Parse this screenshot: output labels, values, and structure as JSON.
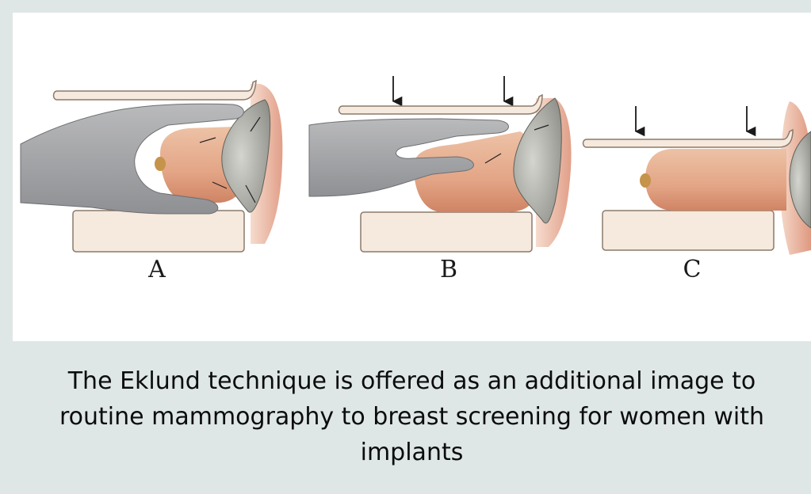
{
  "figure": {
    "panels": [
      {
        "label": "A"
      },
      {
        "label": "B"
      },
      {
        "label": "C"
      }
    ]
  },
  "caption": {
    "text": "The Eklund technique is offered as an additional image to routine mammography to breast screening for women with implants"
  },
  "colors": {
    "background": "#dfe6e6",
    "card": "#ffffff",
    "paddle": "#f6e9dd",
    "paddle_stroke": "#8c7a6b",
    "breast": "#e8b597",
    "breast_shade": "#d58d6e",
    "implant": "#b7b7ae",
    "hand": "#a5a6a8",
    "nipple": "#c5934a"
  }
}
